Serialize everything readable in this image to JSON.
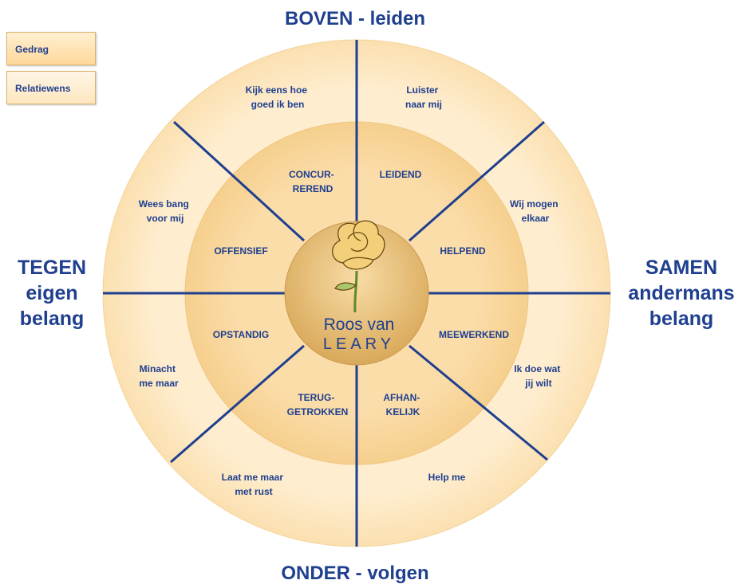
{
  "axes": {
    "top": "BOVEN - leiden",
    "bottom": "ONDER - volgen",
    "left": [
      "TEGEN",
      "eigen",
      "belang"
    ],
    "right": [
      "SAMEN",
      "andermans",
      "belang"
    ]
  },
  "legend": {
    "behavior": "Gedrag",
    "relation_wish": "Relatiewens"
  },
  "center": {
    "line1": "Roos van",
    "line2": "LEARY"
  },
  "behaviors": {
    "concurrerend": [
      "CONCUR-",
      "REREND"
    ],
    "leidend": [
      "LEIDEND"
    ],
    "helpend": [
      "HELPEND"
    ],
    "meewerkend": [
      "MEEWERKEND"
    ],
    "afhankelijk": [
      "AFHAN-",
      "KELIJK"
    ],
    "teruggetrokken": [
      "TERUG-",
      "GETROKKEN"
    ],
    "opstandig": [
      "OPSTANDIG"
    ],
    "offensief": [
      "OFFENSIEF"
    ]
  },
  "wishes": {
    "kijk": [
      "Kijk eens hoe",
      "goed ik ben"
    ],
    "luister": [
      "Luister",
      "naar mij"
    ],
    "mogen": [
      "Wij mogen",
      "elkaar"
    ],
    "doe": [
      "Ik doe wat",
      "jij wilt"
    ],
    "help": [
      "Help me"
    ],
    "rust": [
      "Laat me maar",
      "met rust"
    ],
    "minacht": [
      "Minacht",
      "me maar"
    ],
    "bang": [
      "Wees bang",
      "voor mij"
    ]
  },
  "colors": {
    "outer_ring": "#fde9c6",
    "middle_ring": "#f9d9a0",
    "center": "#e8bf73",
    "lines": "#1f3f8f",
    "text": "#1f3f8f"
  }
}
